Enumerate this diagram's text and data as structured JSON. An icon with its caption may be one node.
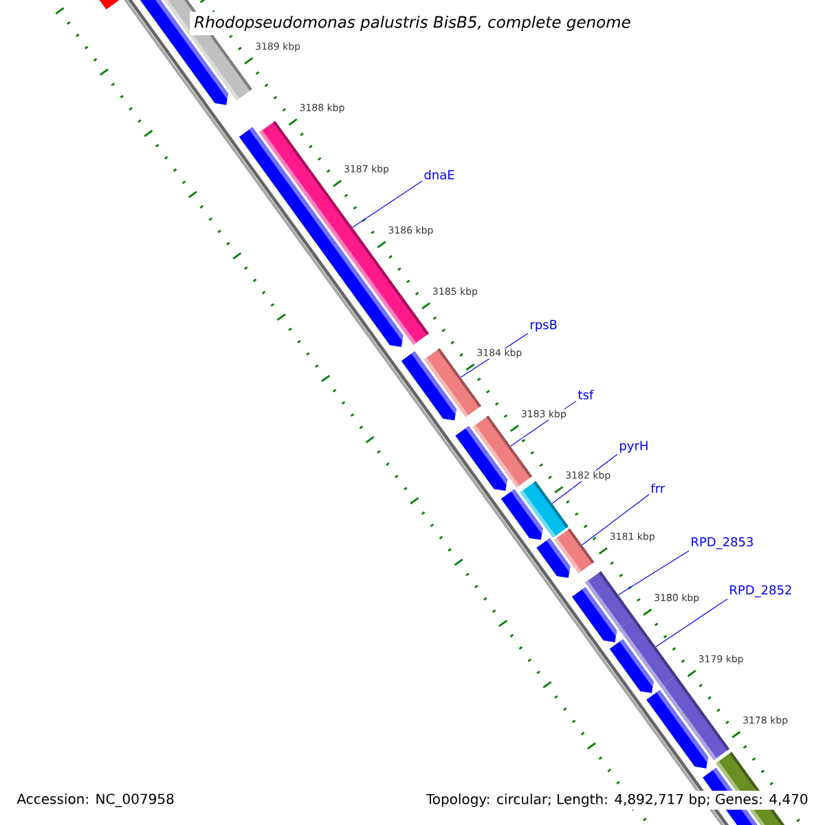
{
  "diagram": {
    "title": "Rhodopseudomonas palustris BisB5, complete genome",
    "nodes": [
      {
        "text": [
          "dnaE"
        ]
      },
      {
        "text": [
          "rpsB"
        ]
      },
      {
        "text": [
          "tsf"
        ]
      },
      {
        "text": [
          "pyrH"
        ]
      },
      {
        "text": [
          "frr"
        ]
      },
      {
        "text": [
          "RPD_2853"
        ]
      },
      {
        "text": [
          "RPD_2852"
        ]
      },
      {
        "text": [],
        "shape": "bar"
      },
      {
        "text": [],
        "shape": "bar"
      },
      {
        "text": [],
        "shape": "bar"
      },
      {
        "text": [],
        "shape": "bar"
      },
      {
        "text": [],
        "shape": "bar"
      },
      {
        "text": [],
        "shape": "bar"
      },
      {
        "text": [],
        "shape": "bar"
      }
    ],
    "edges": [
      {
        "from": 0,
        "to": 7,
        "arrow": "none"
      },
      {
        "from": 1,
        "to": 8,
        "arrow": "none"
      },
      {
        "from": 2,
        "to": 9,
        "arrow": "none"
      },
      {
        "from": 3,
        "to": 10,
        "arrow": "none"
      },
      {
        "from": 4,
        "to": 11,
        "arrow": "none"
      },
      {
        "from": 5,
        "to": 12,
        "arrow": "none"
      },
      {
        "from": 6,
        "to": 13,
        "arrow": "none"
      }
    ],
    "labels": [
      "3189 kbp",
      "3188 kbp",
      "3187 kbp",
      "3186 kbp",
      "3185 kbp",
      "3184 kbp",
      "3183 kbp",
      "3182 kbp",
      "3181 kbp",
      "3180 kbp",
      "3179 kbp",
      "3178 kbp",
      "Accession: NC_007958",
      "Topology: circular; Length: 4,892,717 bp; Genes: 4,470"
    ]
  }
}
